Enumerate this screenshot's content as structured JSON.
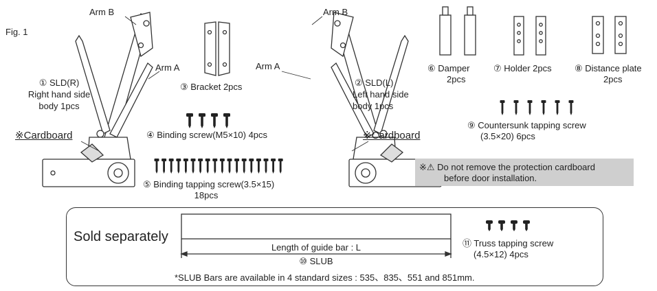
{
  "figure": {
    "label": "Fig. 1"
  },
  "parts": {
    "sld_r": {
      "arm_b": "Arm B",
      "arm_a": "Arm A",
      "line1": "① SLD(R)",
      "line2": "Right hand side",
      "line3": "body 1pcs",
      "cardboard": "※Cardboard"
    },
    "sld_l": {
      "arm_b": "Arm B",
      "arm_a": "Arm A",
      "line1": "② SLD(L)",
      "line2": "Left hand side",
      "line3": "body 1pcs",
      "cardboard": "※Cardboard"
    },
    "bracket": "③ Bracket 2pcs",
    "binding_screw": "④ Binding screw(M5×10) 4pcs",
    "binding_tapping": {
      "line1": "⑤ Binding tapping screw(3.5×15)",
      "line2": "18pcs"
    },
    "damper": {
      "line1": "⑥ Damper",
      "line2": "2pcs"
    },
    "holder": "⑦ Holder 2pcs",
    "distance_plate": {
      "line1": "⑧ Distance plate",
      "line2": "2pcs"
    },
    "countersunk": {
      "line1": "⑨ Countersunk tapping screw",
      "line2": "(3.5×20) 6pcs"
    }
  },
  "warning": {
    "line1": "※⚠ Do not remove the protection cardboard",
    "line2": "before door installation."
  },
  "sold_separately": {
    "title": "Sold separately",
    "bar_label": "Length of guide bar : L",
    "slub": "⑩ SLUB",
    "truss": {
      "line1": "⑪ Truss tapping screw",
      "line2": "(4.5×12) 4pcs"
    },
    "note": "*SLUB Bars are available in 4 standard sizes : 535、835、551 and 851mm."
  }
}
